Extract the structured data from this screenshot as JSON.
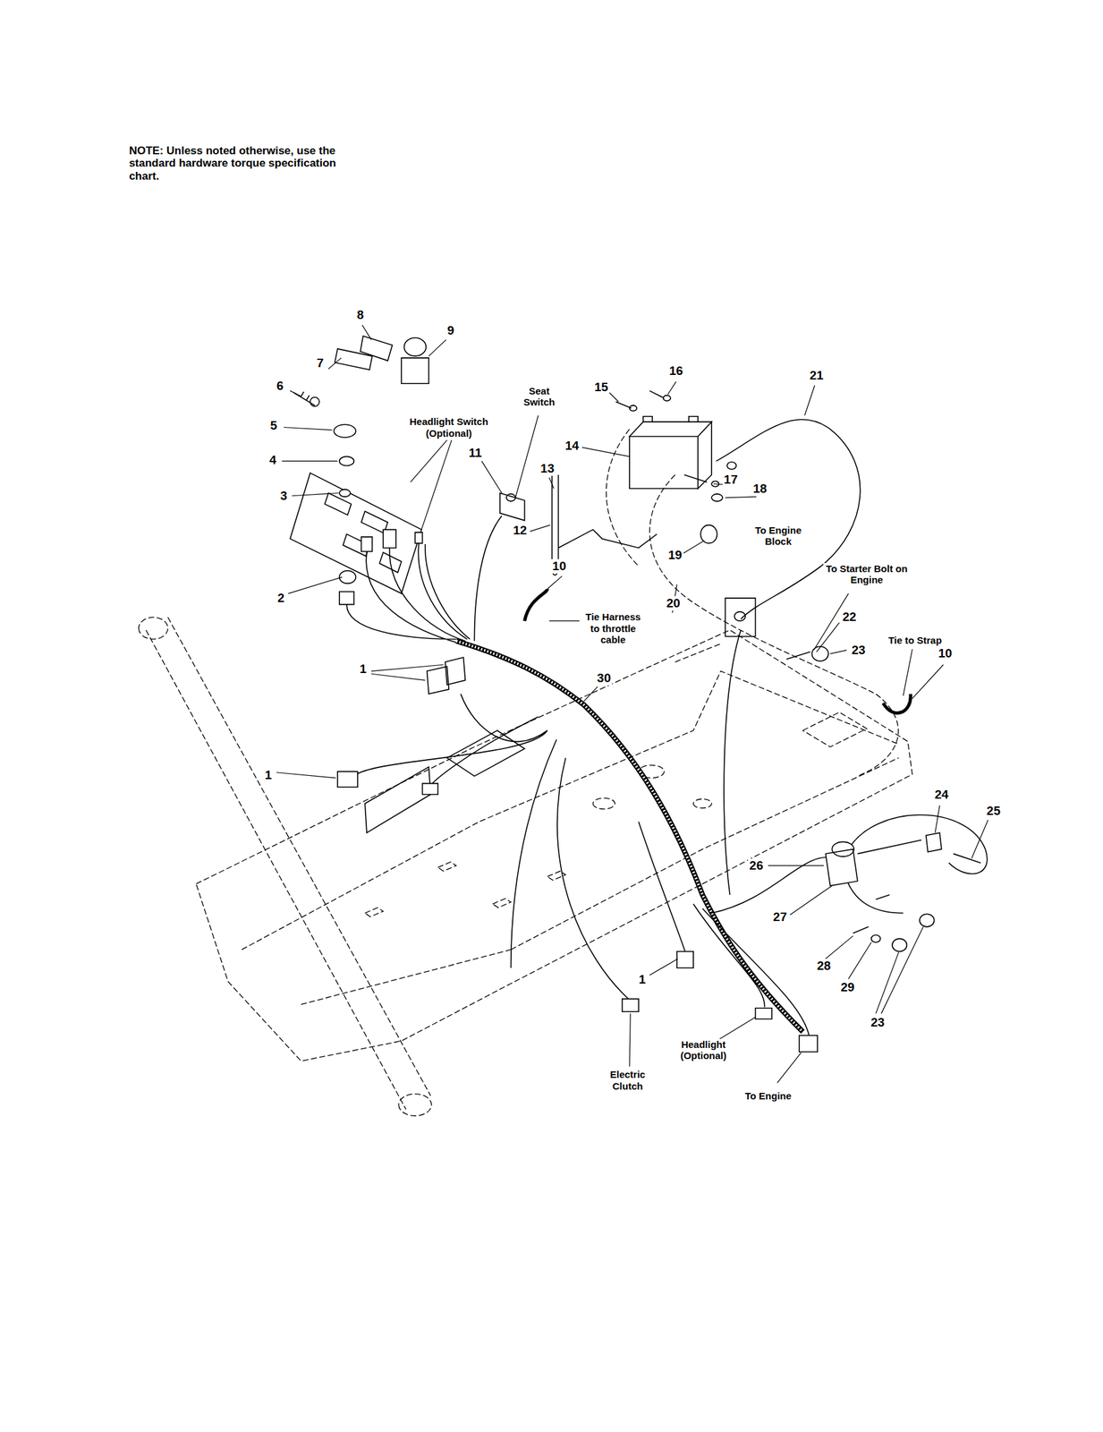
{
  "diagram": {
    "labels": [
      "NOTE: Unless noted otherwise, use the standard hardware torque specification chart.",
      "8",
      "9",
      "7",
      "16",
      "21",
      "15",
      "Seat Switch",
      "6",
      "Headlight Switch (Optional)",
      "5",
      "14",
      "11",
      "4",
      "13",
      "17",
      "18",
      "3",
      "12",
      "To Engine Block",
      "19",
      "10",
      "To Starter Bolt on Engine",
      "2",
      "20",
      "22",
      "Tie Harness to throttle cable",
      "Tie to Strap",
      "23",
      "10",
      "1",
      "30",
      "1",
      "24",
      "25",
      "26",
      "27",
      "28",
      "1",
      "29",
      "23",
      "Headlight (Optional)",
      "Electric Clutch",
      "To Engine"
    ]
  }
}
